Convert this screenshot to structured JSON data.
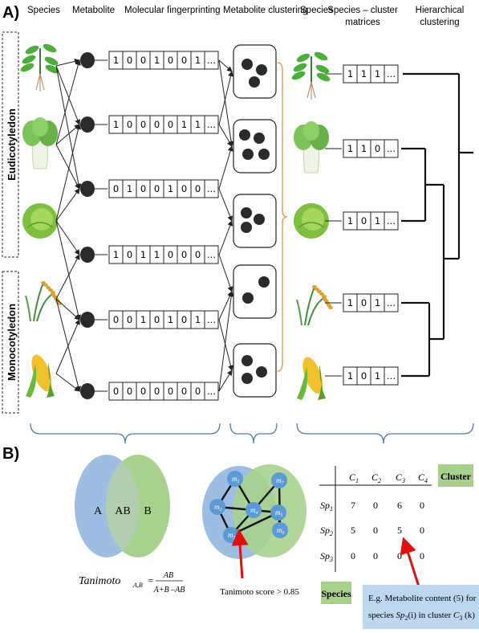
{
  "panel_a": {
    "label": "A)",
    "headers": {
      "species": "Species",
      "metabolite": "Metabolite",
      "fingerprint": "Molecular fingerprinting",
      "clustering": "Metabolite clustering",
      "species2": "Species",
      "matrices_line1": "Species – cluster",
      "matrices_line2": "matrices",
      "hier_line1": "Hierarchical",
      "hier_line2": "clustering"
    },
    "groups": {
      "eudicot": "Eudicotyledon",
      "monocot": "Monocotyledon"
    },
    "fingerprints": [
      [
        "1",
        "0",
        "0",
        "1",
        "0",
        "0",
        "1",
        "..."
      ],
      [
        "1",
        "0",
        "0",
        "0",
        "0",
        "1",
        "1",
        "..."
      ],
      [
        "0",
        "1",
        "0",
        "0",
        "1",
        "0",
        "0",
        "..."
      ],
      [
        "1",
        "0",
        "1",
        "1",
        "0",
        "0",
        "0",
        "..."
      ],
      [
        "0",
        "0",
        "1",
        "0",
        "1",
        "0",
        "1",
        "..."
      ],
      [
        "0",
        "0",
        "0",
        "0",
        "0",
        "0",
        "0",
        "..."
      ]
    ],
    "cluster_dots": [
      3,
      4,
      3,
      2,
      3
    ],
    "matrices": [
      [
        "1",
        "1",
        "1",
        "..."
      ],
      [
        "1",
        "1",
        "0",
        "..."
      ],
      [
        "1",
        "0",
        "1",
        "..."
      ],
      [
        "1",
        "0",
        "1",
        "..."
      ],
      [
        "1",
        "0",
        "1",
        "..."
      ]
    ]
  },
  "panel_b": {
    "label": "B)",
    "venn": {
      "a": "A",
      "ab": "AB",
      "b": "B"
    },
    "tanimoto": {
      "name": "Tanimoto",
      "sub": "A,B",
      "eq": "=",
      "num": "AB",
      "den": "A+B –AB"
    },
    "network": {
      "nodes": [
        "m",
        "m",
        "m",
        "m",
        "m",
        "m",
        "m"
      ],
      "subs": [
        "1",
        "2",
        "3",
        "4",
        "5",
        "6",
        "7"
      ],
      "caption": "Tanimoto score > 0.85"
    },
    "table": {
      "cluster_label": "Cluster",
      "species_label": "Species",
      "col_letter": "C",
      "col_subs": [
        "1",
        "2",
        "3",
        "4"
      ],
      "row_letter": "Sp",
      "row_subs": [
        "1",
        "2",
        "3"
      ],
      "rows": [
        [
          "7",
          "0",
          "6",
          "0"
        ],
        [
          "5",
          "0",
          "5",
          "0"
        ],
        [
          "0",
          "0",
          "0",
          "0"
        ]
      ]
    },
    "note": {
      "line1": "E.g. Metabolite content (5) for",
      "line2_a": "species ",
      "line2_sp": "Sp",
      "line2_sub": "2",
      "line2_b": "(i) in cluster ",
      "line2_c": "C",
      "line2_csub": "3",
      "line2_k": " (k)"
    }
  },
  "colors": {
    "brace": "#4a78c0",
    "orange_brace": "#e0a060",
    "venn_a": "#9dbde2",
    "venn_b": "#a9d18e",
    "overlap": "#b3cdb0",
    "node": "#5b9bd5",
    "arrow": "#e01010",
    "green_label": "#a9d18e",
    "note_bg": "#bdd7ee"
  }
}
